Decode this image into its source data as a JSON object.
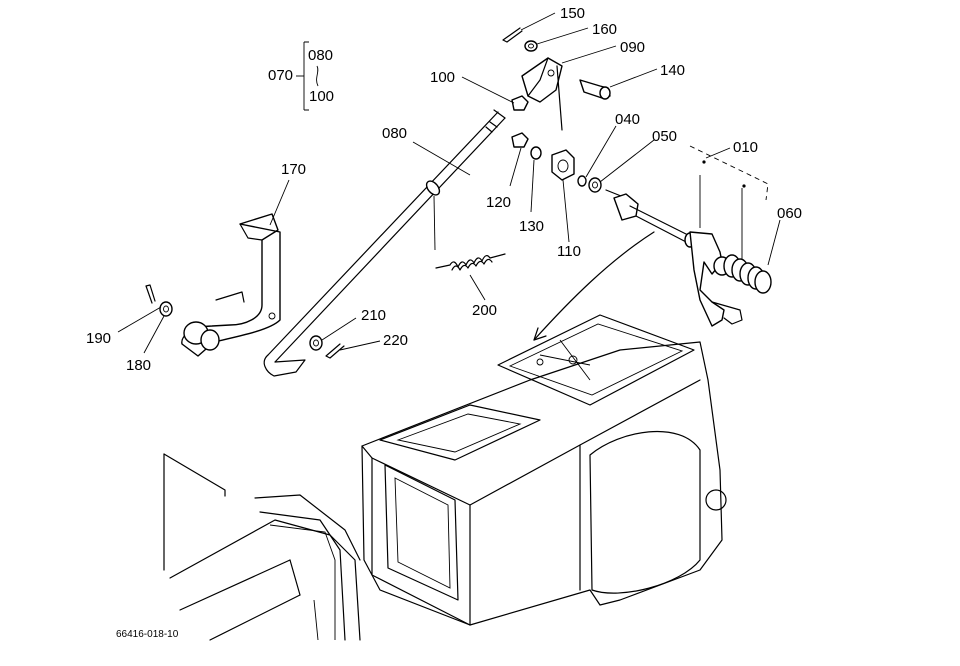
{
  "figure_code": "66416-018-10",
  "group_bracket": {
    "ref": "070",
    "items": [
      "080",
      "100"
    ]
  },
  "callouts": {
    "c010": "010",
    "c040": "040",
    "c050": "050",
    "c060": "060",
    "c080": "080",
    "c090": "090",
    "c100": "100",
    "c110": "110",
    "c120": "120",
    "c130": "130",
    "c140": "140",
    "c150": "150",
    "c160": "160",
    "c170": "170",
    "c180": "180",
    "c190": "190",
    "c200": "200",
    "c210": "210",
    "c220": "220"
  }
}
